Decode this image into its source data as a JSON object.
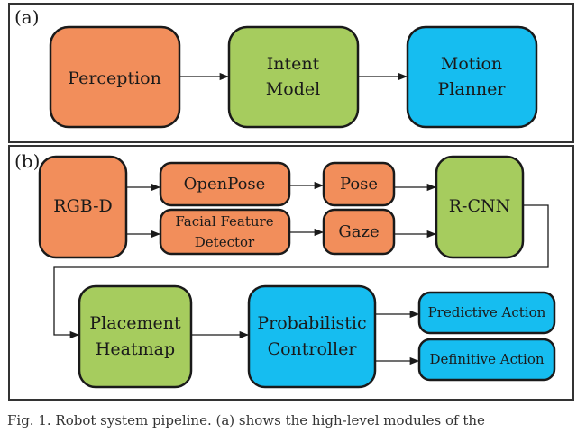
{
  "colors": {
    "orange": "#f28e5b",
    "green": "#a6cc5e",
    "blue": "#16bdf0",
    "stroke": "#1a1a1a",
    "panel_border": "#333333"
  },
  "panel_a": {
    "label": "(a)"
  },
  "panel_b": {
    "label": "(b)"
  },
  "nodes": {
    "perception": "Perception",
    "intent_model_l1": "Intent",
    "intent_model_l2": "Model",
    "motion_planner_l1": "Motion",
    "motion_planner_l2": "Planner",
    "rgbd": "RGB-D",
    "openpose": "OpenPose",
    "facial_l1": "Facial Feature",
    "facial_l2": "Detector",
    "pose": "Pose",
    "gaze": "Gaze",
    "rcnn": "R-CNN",
    "placement_l1": "Placement",
    "placement_l2": "Heatmap",
    "probabilistic_l1": "Probabilistic",
    "probabilistic_l2": "Controller",
    "predictive_action": "Predictive Action",
    "definitive_action": "Definitive Action"
  },
  "caption": "Fig. 1.   Robot system pipeline. (a) shows the high-level modules of the"
}
